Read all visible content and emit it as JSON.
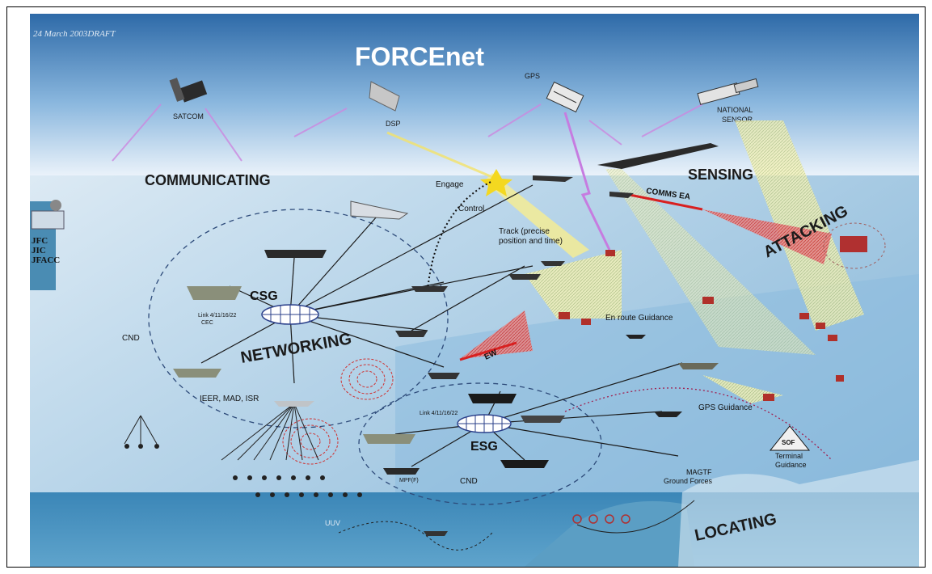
{
  "header": {
    "date_stamp": "24 March 2003DRAFT",
    "title": "FORCEnet"
  },
  "satellites": {
    "satcom": "SATCOM",
    "dsp": "DSP",
    "gps": "GPS",
    "national_sensor_1": "NATIONAL",
    "national_sensor_2": "SENSOR"
  },
  "themes": {
    "communicating": "COMMUNICATING",
    "sensing": "SENSING",
    "attacking": "ATTACKING",
    "networking": "NETWORKING",
    "locating": "LOCATING"
  },
  "command": {
    "line1": "JFC",
    "line2": "JIC",
    "line3": "JFACC"
  },
  "labels": {
    "engage": "Engage",
    "control": "Control",
    "track_1": "Track (precise",
    "track_2": "position and time)",
    "comms_ea": "COMMS EA",
    "csg": "CSG",
    "csg_link_1": "Link 4/11/16/22",
    "csg_link_2": "CEC",
    "cnd_left": "CND",
    "enroute": "En route Guidance",
    "ew": "EW",
    "ieer": "IEER, MAD, ISR",
    "esg": "ESG",
    "esg_link": "Link 4/11/16/22",
    "mpf": "MPF(F)",
    "cnd_bottom": "CND",
    "gps_guidance": "GPS Guidance",
    "sof": "SOF",
    "terminal_1": "Terminal",
    "terminal_2": "Guidance",
    "magtf_1": "MAGTF",
    "magtf_2": "Ground Forces",
    "uuv": "UUV"
  },
  "colors": {
    "sky_top": "#2f6fb0",
    "sky_mid": "#7fb0dc",
    "cloud": "#eef4fa",
    "sea": "#3f86b8",
    "land": "#4f8fb0",
    "attack_red": "#d84040",
    "sensor_yellow": "#f3f0a0",
    "laser_purple": "#c070d0"
  }
}
